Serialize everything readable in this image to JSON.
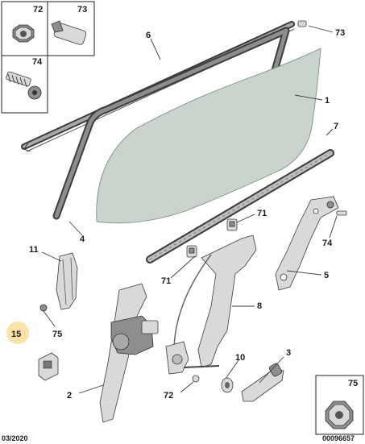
{
  "labels": {
    "l1": "1",
    "l2": "2",
    "l3": "3",
    "l4": "4",
    "l5": "5",
    "l6": "6",
    "l7": "7",
    "l8": "8",
    "l10": "10",
    "l11": "11",
    "l15": "15",
    "l71a": "71",
    "l71b": "71",
    "l72a": "72",
    "l72b": "72",
    "l73a": "73",
    "l73b": "73",
    "l74a": "74",
    "l74b": "74",
    "l75a": "75",
    "l75b": "75"
  },
  "footer": {
    "date": "03/2020",
    "ref": "00096657"
  },
  "highlight_color": "#fbe3a8"
}
